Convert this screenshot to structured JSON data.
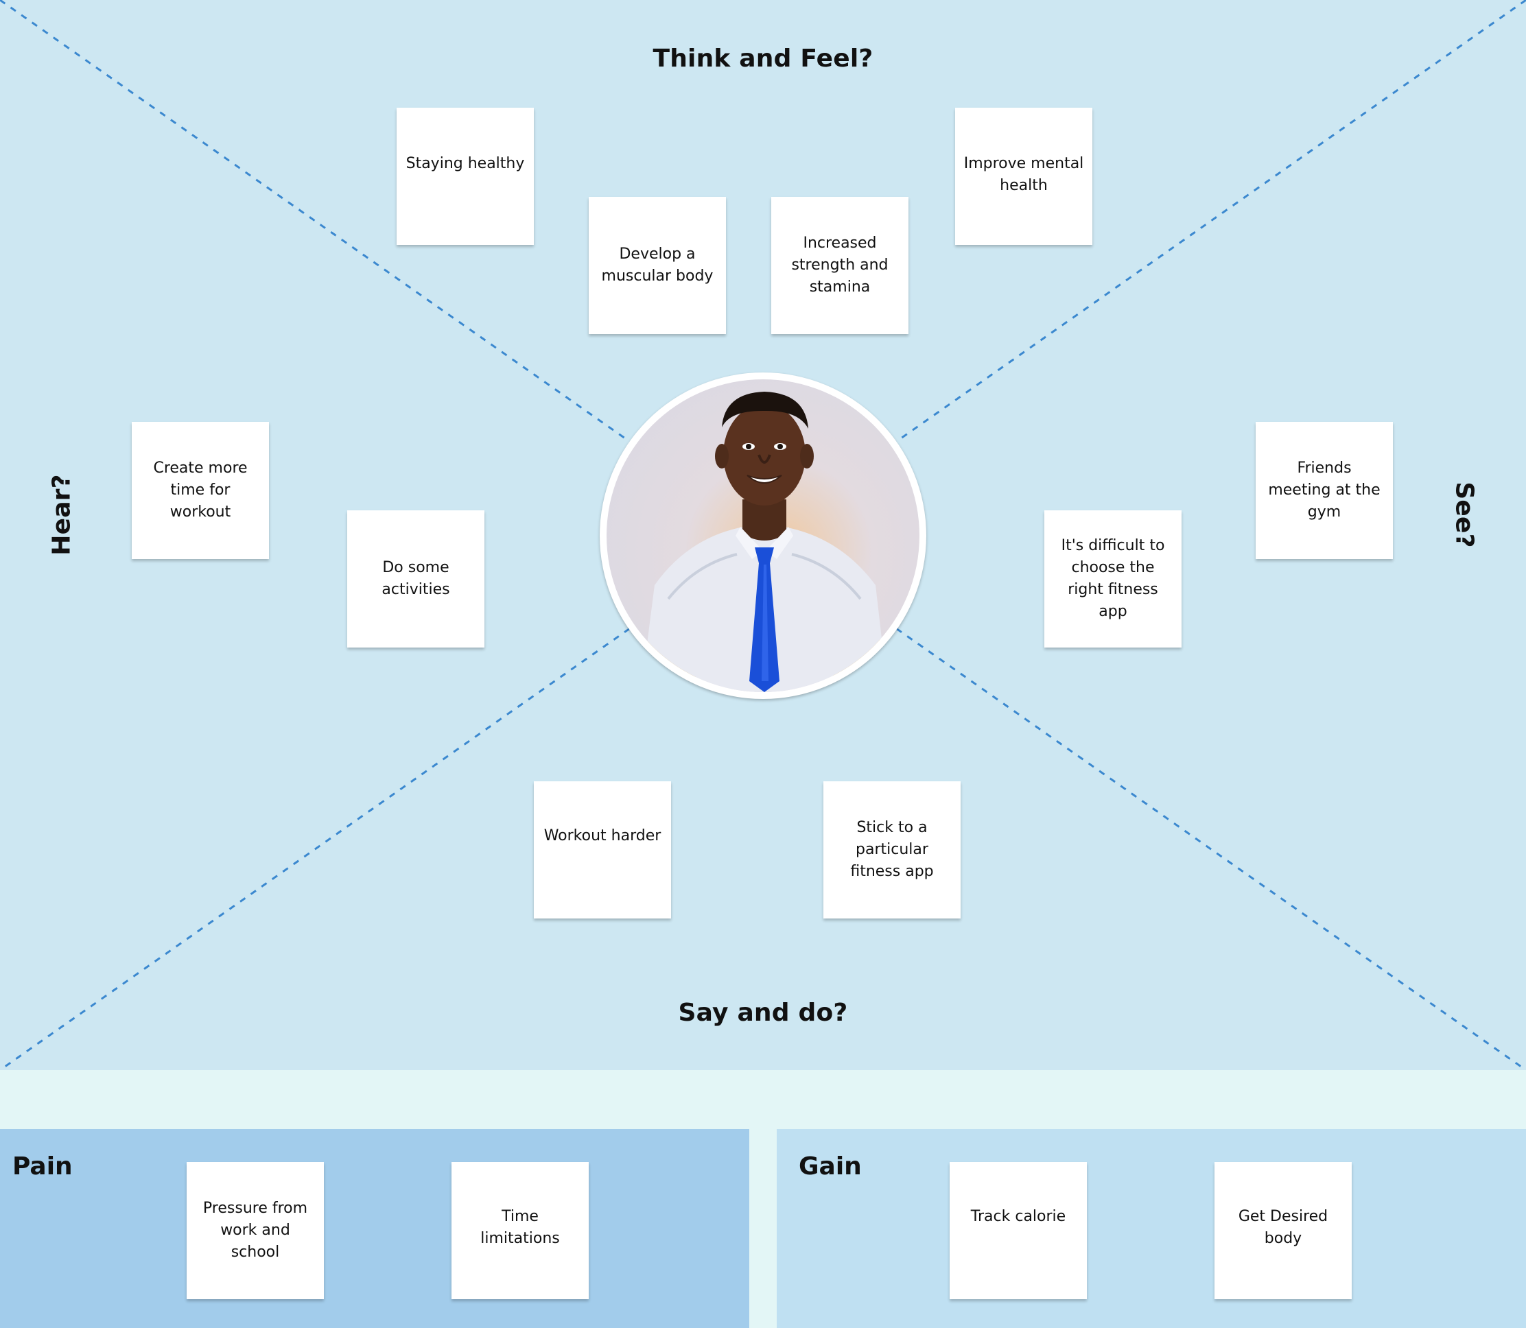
{
  "diagram": {
    "quadrants": {
      "think_and_feel": "Think and Feel?",
      "say_and_do": "Say and do?",
      "hear": "Hear?",
      "see": "See?"
    },
    "notes": {
      "think": [
        "Staying healthy",
        "Develop a muscular body",
        "Increased strength and stamina",
        "Improve mental health"
      ],
      "hear": [
        "Create more time for workout",
        "Do some activities"
      ],
      "see": [
        "It's difficult to choose the right fitness app",
        "Friends meeting at the gym"
      ],
      "say": [
        "Workout harder",
        "Stick to a particular fitness app"
      ]
    },
    "pain": {
      "title": "Pain",
      "notes": [
        "Pressure from work and school",
        "Time limitations"
      ]
    },
    "gain": {
      "title": "Gain",
      "notes": [
        "Track calorie",
        "Get Desired body"
      ]
    }
  },
  "colors": {
    "empathy_background": "#cde7f2",
    "page_background": "#e3f6f6",
    "pain_background": "#a2cceb",
    "gain_background": "#bfe0f2",
    "diagonal_line": "#3b88cf",
    "tie": "#1a4fd8"
  },
  "avatar": "person-photo"
}
